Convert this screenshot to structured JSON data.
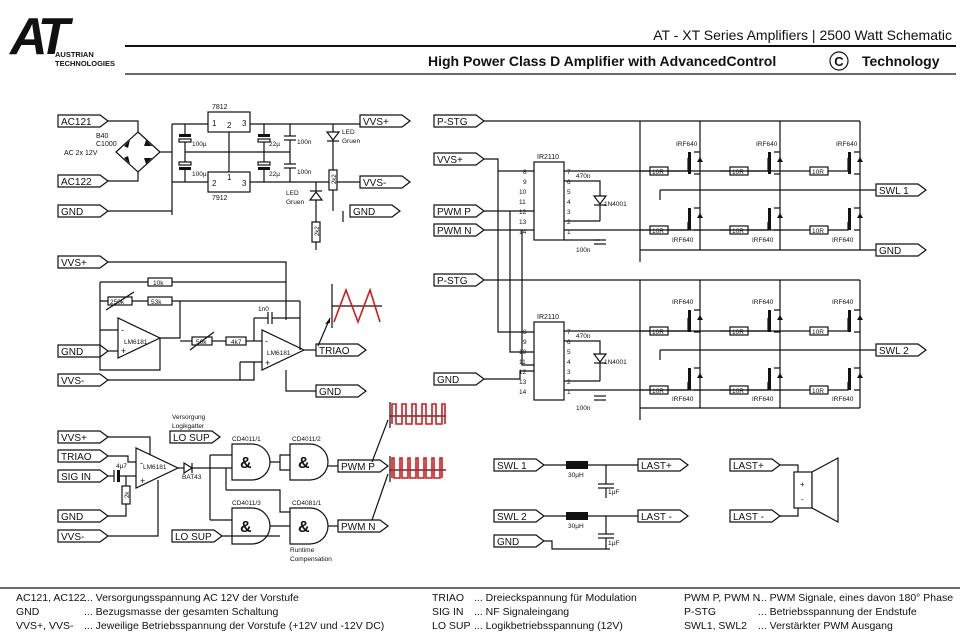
{
  "header": {
    "series_title": "AT - XT Series Amplifiers | 2500 Watt Schematic",
    "main_title": "High Power Class D Amplifier with AdvancedControl",
    "copyright_symbol": "C",
    "main_title_suffix": "Technology",
    "logo_letters": "AT",
    "logo_line1": "AUSTRIAN",
    "logo_line2": "TECHNOLOGIES"
  },
  "power_supply": {
    "ac121": "AC121",
    "ac122": "AC122",
    "gnd": "GND",
    "bridge_label1": "B40",
    "bridge_label2": "C1000",
    "ac_rating": "AC 2x 12V",
    "reg_pos": "7812",
    "reg_neg": "7912",
    "pin1": "1",
    "pin2": "2",
    "pin3": "3",
    "cap_100u": "100µ",
    "cap_22u": "22µ",
    "cap_100n": "100n",
    "led_label": "LED",
    "led_color": "Gruen",
    "res_2k2": "2k2",
    "vvs_plus": "VVS+",
    "vvs_minus": "VVS-"
  },
  "triangle_gen": {
    "vvs_plus": "VVS+",
    "vvs_minus": "VVS-",
    "gnd_in": "GND",
    "gnd_out": "GND",
    "r10k": "10k",
    "r250k": "250k",
    "r53k": "53k",
    "r50k": "50k",
    "r4k7": "4k7",
    "c1n0": "1n0",
    "opamp1": "LM6181",
    "opamp2": "LM6181",
    "triao": "TRIAO",
    "plus": "+",
    "minus": "-"
  },
  "modulator": {
    "vvs_plus": "VVS+",
    "triao": "TRIAO",
    "sig_in": "SIG IN",
    "gnd": "GND",
    "vvs_minus": "VVS-",
    "lo_sup_top": "LO SUP",
    "lo_sup_bottom": "LO SUP",
    "versorgung1": "Versorgung",
    "versorgung2": "Logikgatter",
    "opamp": "LM6181",
    "c4u7": "4µ7",
    "r2k": "2k",
    "diode": "BAT43",
    "gate1": "CD4011/1",
    "gate2": "CD4011/2",
    "gate3": "CD4011/3",
    "gate4": "CD4081/1",
    "amp": "&",
    "pwm_p": "PWM P",
    "pwm_n": "PWM N",
    "runtime1": "Runtime",
    "runtime2": "Compensation"
  },
  "driver": {
    "p_stg_top": "P-STG",
    "p_stg_bottom": "P-STG",
    "vvs_plus": "VVS+",
    "pwm_p": "PWM P",
    "pwm_n": "PWM N",
    "gnd_in": "GND",
    "ic": "IR2110",
    "c470n": "470n",
    "c100n": "100n",
    "diode": "1N4001",
    "pins_left": [
      "8",
      "9",
      "10",
      "11",
      "12",
      "13",
      "14"
    ],
    "pins_right": [
      "7",
      "6",
      "5",
      "4",
      "3",
      "2",
      "1"
    ],
    "mosfet": "IRF640",
    "r10r": "10R",
    "swl1": "SWL 1",
    "swl2": "SWL 2",
    "gnd_out": "GND"
  },
  "output_filter": {
    "swl1": "SWL 1",
    "swl2": "SWL 2",
    "gnd": "GND",
    "inductor": "30µH",
    "cap": "1µF",
    "last_plus": "LAST+",
    "last_minus": "LAST -",
    "spk_plus": "LAST+",
    "spk_minus": "LAST -",
    "plus": "+",
    "minus": "-"
  },
  "legend": {
    "col1": [
      {
        "term": "AC121, AC122",
        "desc": "... Versorgungsspannung AC 12V der Vorstufe"
      },
      {
        "term": "GND",
        "desc": "... Bezugsmasse der gesamten Schaltung"
      },
      {
        "term": "VVS+, VVS-",
        "desc": "... Jeweilige Betriebsspannung der Vorstufe (+12V und -12V DC)"
      }
    ],
    "col2": [
      {
        "term": "TRIAO",
        "desc": "... Dreieckspannung für Modulation"
      },
      {
        "term": "SIG IN",
        "desc": "... NF Signaleingang"
      },
      {
        "term": "LO SUP",
        "desc": "... Logikbetriebsspannung (12V)"
      }
    ],
    "col3": [
      {
        "term": "PWM P, PWM N",
        "desc": "... PWM Signale, eines davon 180° Phase"
      },
      {
        "term": "P-STG",
        "desc": "... Betriebsspannung der Endstufe"
      },
      {
        "term": "SWL1, SWL2",
        "desc": "... Verstärkter PWM Ausgang"
      }
    ]
  },
  "colors": {
    "ink": "#111111",
    "waveform": "#d21a1a"
  }
}
